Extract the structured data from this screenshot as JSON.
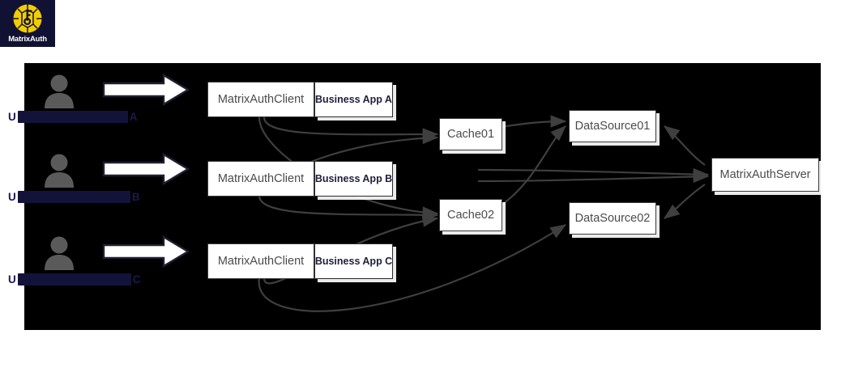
{
  "logo": {
    "brand": "MatrixAuth",
    "emblem_icon": "matrixauth-ball-icon",
    "background_color": "#111133",
    "emblem_color": "#f2cd00",
    "brand_text_color": "#ffffff"
  },
  "canvas": {
    "background_color": "#000000",
    "node_fill": "#ffffff",
    "node_border": "#3a3a3a",
    "node_text_color": "#4b4b4b",
    "app_text_color": "#1f1f3d",
    "connector_color": "#3f3f3f",
    "person_icon_color": "#5a5a5a",
    "arrow_fill": "#ffffff",
    "arrow_border": "#1f1f33"
  },
  "users": [
    {
      "icon": "person-icon",
      "arrow_icon": "block-arrow-right-icon",
      "label_lead": "U",
      "label_redacted": true,
      "label_tail": "A"
    },
    {
      "icon": "person-icon",
      "arrow_icon": "block-arrow-right-icon",
      "label_lead": "U",
      "label_redacted": true,
      "label_tail": "B"
    },
    {
      "icon": "person-icon",
      "arrow_icon": "block-arrow-right-icon",
      "label_lead": "U",
      "label_redacted": true,
      "label_tail": "C"
    }
  ],
  "clients": [
    {
      "client_label": "MatrixAuthClient",
      "app_label": "Business App A"
    },
    {
      "client_label": "MatrixAuthClient",
      "app_label": "Business App B"
    },
    {
      "client_label": "MatrixAuthClient",
      "app_label": "Business App C"
    }
  ],
  "caches": [
    {
      "label": "Cache01"
    },
    {
      "label": "Cache02"
    }
  ],
  "datasources": [
    {
      "label": "DataSource01"
    },
    {
      "label": "DataSource02"
    }
  ],
  "server": {
    "label": "MatrixAuthServer"
  }
}
